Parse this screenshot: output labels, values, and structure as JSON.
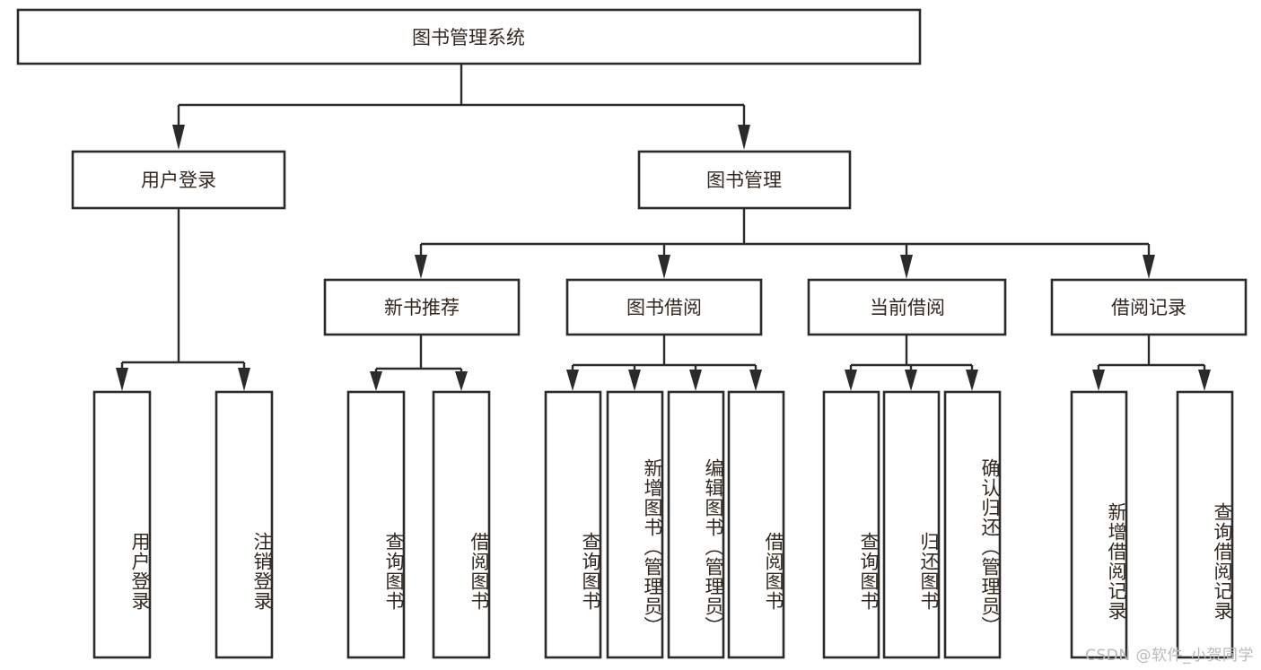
{
  "diagram": {
    "type": "tree-hierarchy",
    "title": "图书管理系统",
    "watermark": "CSDN @软件_小贺同学",
    "colors": {
      "box_stroke": "#2b2b2b",
      "box_fill": "#ffffff",
      "text": "#33281f",
      "connector": "#2b2b2b",
      "watermark": "#b9b9b9",
      "background": "#ffffff"
    },
    "nodes": {
      "root": {
        "label": "图书管理系统"
      },
      "level2": [
        {
          "id": "user-login",
          "label": "用户登录"
        },
        {
          "id": "book-management",
          "label": "图书管理"
        }
      ],
      "level3": [
        {
          "id": "new-book-recommend",
          "label": "新书推荐"
        },
        {
          "id": "book-borrow",
          "label": "图书借阅"
        },
        {
          "id": "current-borrow",
          "label": "当前借阅"
        },
        {
          "id": "borrow-record",
          "label": "借阅记录"
        }
      ],
      "leaves": {
        "user_login": [
          {
            "id": "leaf-user-login",
            "label": "用户登录"
          },
          {
            "id": "leaf-logout-login",
            "label": "注销登录"
          }
        ],
        "new_book_recommend": [
          {
            "id": "leaf-query-book-1",
            "label": "查询图书"
          },
          {
            "id": "leaf-borrow-book-1",
            "label": "借阅图书"
          }
        ],
        "book_borrow": [
          {
            "id": "leaf-query-book-2",
            "label": "查询图书"
          },
          {
            "id": "leaf-add-book",
            "label": "新增图书（管理员）"
          },
          {
            "id": "leaf-edit-book",
            "label": "编辑图书（管理员）"
          },
          {
            "id": "leaf-borrow-book-2",
            "label": "借阅图书"
          }
        ],
        "current_borrow": [
          {
            "id": "leaf-query-book-3",
            "label": "查询图书"
          },
          {
            "id": "leaf-return-book",
            "label": "归还图书"
          },
          {
            "id": "leaf-confirm-return",
            "label": "确认归还（管理员）"
          }
        ],
        "borrow_record": [
          {
            "id": "leaf-add-record",
            "label": "新增借阅记录"
          },
          {
            "id": "leaf-query-record",
            "label": "查询借阅记录"
          }
        ]
      }
    }
  }
}
